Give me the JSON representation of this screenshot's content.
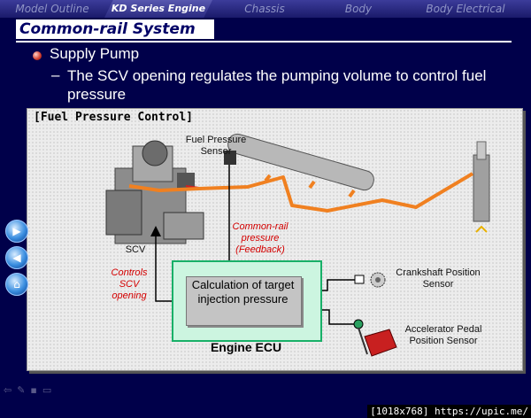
{
  "nav": {
    "tabs": [
      {
        "label": "Model Outline",
        "active": false
      },
      {
        "label": "KD Series Engine",
        "active": true
      },
      {
        "label": "Chassis",
        "active": false
      },
      {
        "label": "Body",
        "active": false
      },
      {
        "label": "Body Electrical",
        "active": false
      }
    ]
  },
  "slide": {
    "title": "Common-rail System",
    "bullet": "Supply Pump",
    "sub_bullet_dash": "–",
    "sub_bullet": "The SCV opening regulates the pumping volume to control fuel pressure"
  },
  "diagram": {
    "panel_title": "[Fuel Pressure Control]",
    "fuel_pressure_sensor": "Fuel Pressure Sensor",
    "scv": "SCV",
    "common_rail_feedback": "Common-rail pressure (Feedback)",
    "controls_scv": "Controls SCV opening",
    "calculation": "Calculation of target injection pressure",
    "engine_ecu": "Engine ECU",
    "crankshaft_sensor": "Crankshaft Position Sensor",
    "accelerator_sensor": "Accelerator Pedal Position Sensor"
  },
  "colors": {
    "background": "#00004a",
    "fuel_line": "#f08020",
    "ecu_border": "#18b068",
    "ecu_fill": "#ccf5e0",
    "red_text": "#d40000"
  },
  "sidenav": {
    "icons": [
      "next-arrow-icon",
      "prev-arrow-icon",
      "home-icon"
    ]
  },
  "footer": {
    "text": "[1018x768] https://upic.me/"
  }
}
